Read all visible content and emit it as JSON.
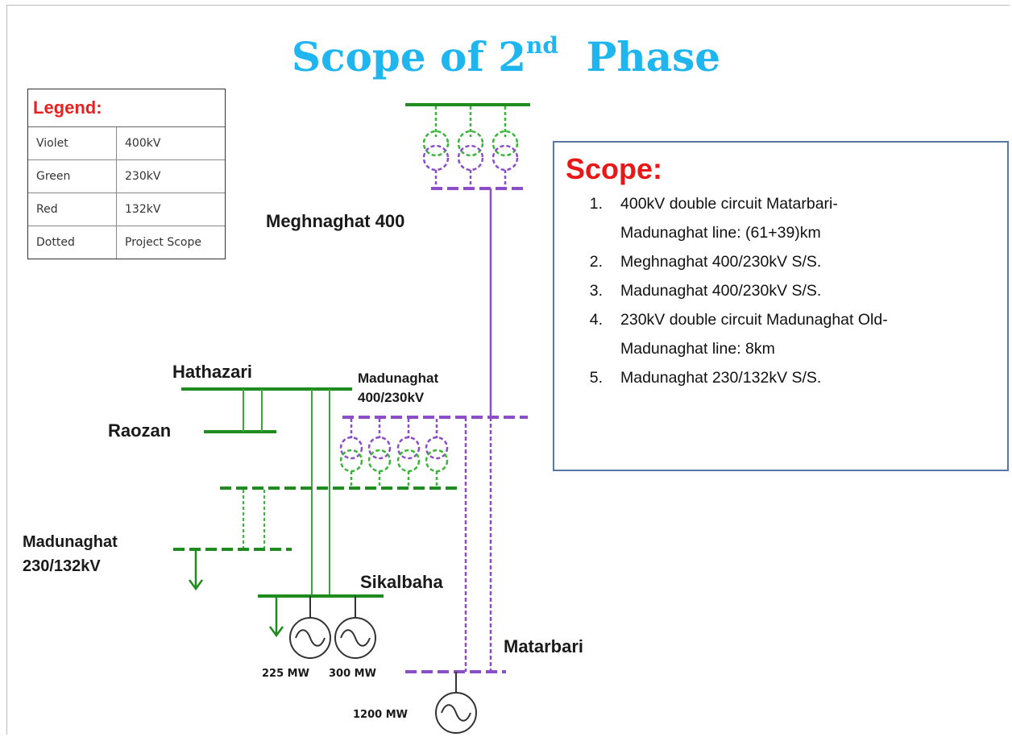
{
  "title": {
    "main": "Scope of 2",
    "sup": "nd",
    "tail": "Phase"
  },
  "legend": {
    "heading": "Legend:",
    "rows": [
      {
        "key": "Violet",
        "value": "400kV"
      },
      {
        "key": "Green",
        "value": "230kV"
      },
      {
        "key": "Red",
        "value": "132kV"
      },
      {
        "key": "Dotted",
        "value": "Project Scope"
      }
    ]
  },
  "scope": {
    "heading": "Scope:",
    "items": [
      {
        "num": "1.",
        "lines": [
          "400kV double circuit Matarbari-",
          "Madunaghat line: (61+39)km"
        ]
      },
      {
        "num": "2.",
        "lines": [
          "Meghnaghat 400/230kV S/S."
        ]
      },
      {
        "num": "3.",
        "lines": [
          "Madunaghat 400/230kV S/S."
        ]
      },
      {
        "num": "4.",
        "lines": [
          "230kV double circuit Madunaghat Old-",
          "Madunaghat line: 8km"
        ]
      },
      {
        "num": "5.",
        "lines": [
          "Madunaghat 230/132kV S/S."
        ]
      }
    ]
  },
  "labels": {
    "meghnaghat": "Meghnaghat 400",
    "hathazari": "Hathazari",
    "madunaghat_400_1": "Madunaghat",
    "madunaghat_400_2": "400/230kV",
    "raozan": "Raozan",
    "madunaghat_230_1": "Madunaghat",
    "madunaghat_230_2": "230/132kV",
    "sikalbaha": "Sikalbaha",
    "matarbari": "Matarbari",
    "gen_225": "225 MW",
    "gen_300": "300 MW",
    "gen_1200": "1200 MW"
  },
  "colors": {
    "title": "#1fb6f0",
    "violet": "#8a4fc8",
    "green": "#1e8c1e",
    "green_dotted": "#3cb43c",
    "red_heading": "#e81818"
  }
}
